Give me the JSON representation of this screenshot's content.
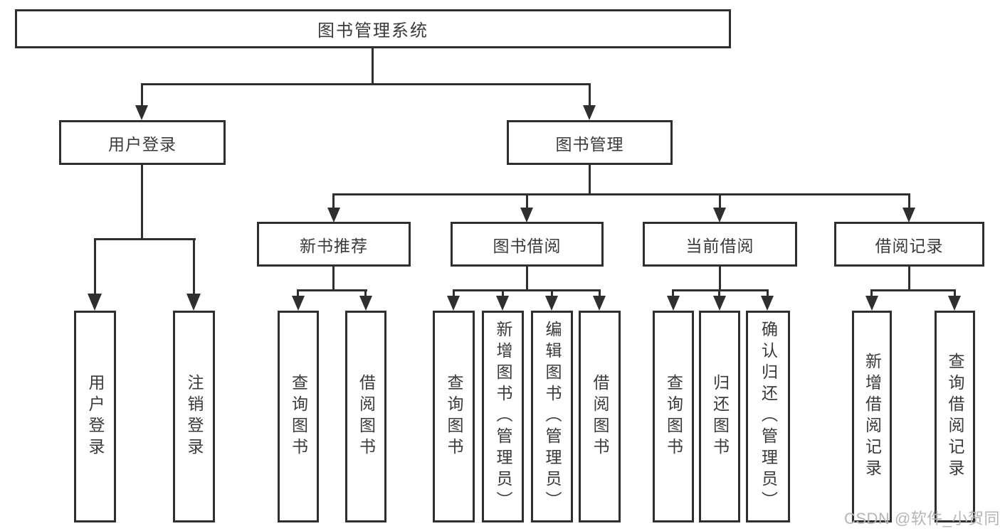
{
  "diagram": {
    "root": "图书管理系统",
    "level2": [
      "用户登录",
      "图书管理"
    ],
    "level3": [
      "新书推荐",
      "图书借阅",
      "当前借阅",
      "借阅记录"
    ],
    "leaves": {
      "user_login": [
        "用户登录",
        "注销登录"
      ],
      "new_book_recommend": [
        "查询图书",
        "借阅图书"
      ],
      "book_borrow": [
        "查询图书",
        "新增图书（管理员）",
        "编辑图书（管理员）",
        "借阅图书"
      ],
      "current_borrow": [
        "查询图书",
        "归还图书",
        "确认归还（管理员）"
      ],
      "borrow_records": [
        "新增借阅记录",
        "查询借阅记录"
      ]
    }
  },
  "watermark": "CSDN @软件_小贺同学",
  "colors": {
    "line": "#2f2f2f",
    "text": "#3a3a3a",
    "watermark": "#b5b5b5",
    "background": "#ffffff"
  }
}
